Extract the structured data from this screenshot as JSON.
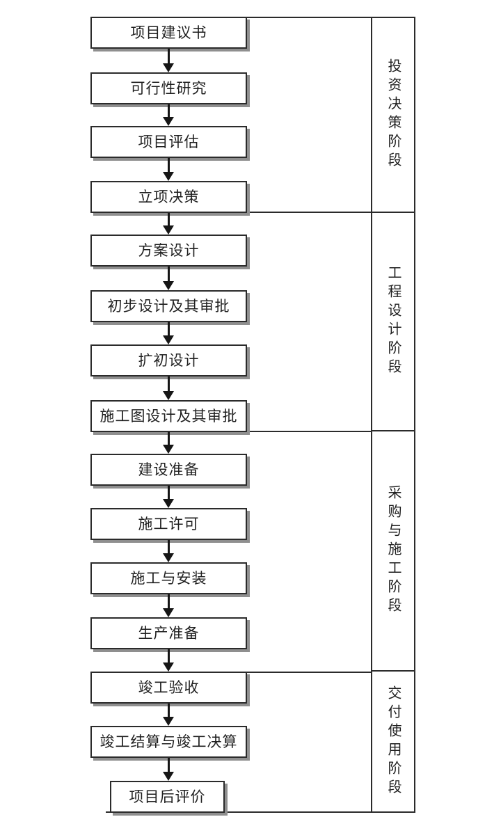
{
  "diagram": {
    "type": "flowchart",
    "description": "Construction project lifecycle flowchart"
  },
  "flow": {
    "steps": [
      {
        "label": "项目建议书"
      },
      {
        "label": "可行性研究"
      },
      {
        "label": "项目评估"
      },
      {
        "label": "立项决策"
      },
      {
        "label": "方案设计"
      },
      {
        "label": "初步设计及其审批"
      },
      {
        "label": "扩初设计"
      },
      {
        "label": "施工图设计及其审批"
      },
      {
        "label": "建设准备"
      },
      {
        "label": "施工许可"
      },
      {
        "label": "施工与安装"
      },
      {
        "label": "生产准备"
      },
      {
        "label": "竣工验收"
      },
      {
        "label": "竣工结算与竣工决算"
      },
      {
        "label": "项目后评价"
      }
    ]
  },
  "phases": [
    {
      "label": "投资决策阶段"
    },
    {
      "label": "工程设计阶段"
    },
    {
      "label": "采购与施工阶段"
    },
    {
      "label": "交付使用阶段"
    }
  ],
  "colors": {
    "line": "#2b2b2b",
    "text": "#1f1f1f",
    "shadow": "#8f8f8f",
    "background": "#ffffff"
  }
}
